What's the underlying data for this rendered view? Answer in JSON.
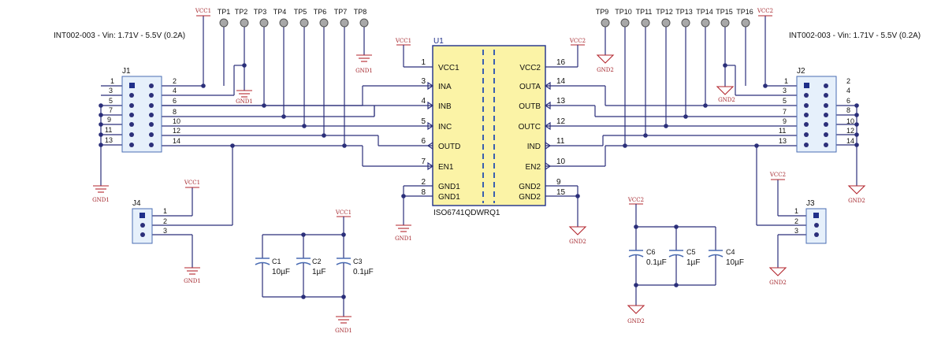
{
  "colors": {
    "wire": "#2b2f7a",
    "power": "#b3262e",
    "chip": "#fbf3a6",
    "connector": "#e6f0fb"
  },
  "u1": {
    "ref": "U1",
    "part": "ISO6741QDWRQ1",
    "left_pins": [
      {
        "num": "1",
        "name": "VCC1"
      },
      {
        "num": "3",
        "name": "INA"
      },
      {
        "num": "4",
        "name": "INB"
      },
      {
        "num": "5",
        "name": "INC"
      },
      {
        "num": "6",
        "name": "OUTD"
      },
      {
        "num": "7",
        "name": "EN1"
      },
      {
        "num": "2",
        "name": "GND1"
      },
      {
        "num": "8",
        "name": "GND1"
      }
    ],
    "right_pins": [
      {
        "num": "16",
        "name": "VCC2"
      },
      {
        "num": "14",
        "name": "OUTA"
      },
      {
        "num": "13",
        "name": "OUTB"
      },
      {
        "num": "12",
        "name": "OUTC"
      },
      {
        "num": "11",
        "name": "IND"
      },
      {
        "num": "10",
        "name": "EN2"
      },
      {
        "num": "9",
        "name": "GND2"
      },
      {
        "num": "15",
        "name": "GND2"
      }
    ]
  },
  "notes": {
    "left": "INT002-003 - Vin: 1.71V - 5.5V (0.2A)",
    "right": "INT002-003 - Vin: 1.71V - 5.5V (0.2A)"
  },
  "j1": {
    "ref": "J1",
    "odd": [
      "1",
      "3",
      "5",
      "7",
      "9",
      "11",
      "13"
    ],
    "even": [
      "2",
      "4",
      "6",
      "8",
      "10",
      "12",
      "14"
    ]
  },
  "j2": {
    "ref": "J2",
    "odd": [
      "1",
      "3",
      "5",
      "7",
      "9",
      "11",
      "13"
    ],
    "even": [
      "2",
      "4",
      "6",
      "8",
      "10",
      "12",
      "14"
    ]
  },
  "j3": {
    "ref": "J3",
    "pins": [
      "1",
      "2",
      "3"
    ]
  },
  "j4": {
    "ref": "J4",
    "pins": [
      "1",
      "2",
      "3"
    ]
  },
  "testpoints_left": [
    "TP1",
    "TP2",
    "TP3",
    "TP4",
    "TP5",
    "TP6",
    "TP7",
    "TP8"
  ],
  "testpoints_right": [
    "TP9",
    "TP10",
    "TP11",
    "TP12",
    "TP13",
    "TP14",
    "TP15",
    "TP16"
  ],
  "caps_left": [
    {
      "ref": "C1",
      "value": "10µF"
    },
    {
      "ref": "C2",
      "value": "1µF"
    },
    {
      "ref": "C3",
      "value": "0.1µF"
    }
  ],
  "caps_right": [
    {
      "ref": "C6",
      "value": "0.1µF"
    },
    {
      "ref": "C5",
      "value": "1µF"
    },
    {
      "ref": "C4",
      "value": "10µF"
    }
  ],
  "power": {
    "vcc1": "VCC1",
    "vcc2": "VCC2",
    "gnd1": "GND1",
    "gnd2": "GND2"
  }
}
